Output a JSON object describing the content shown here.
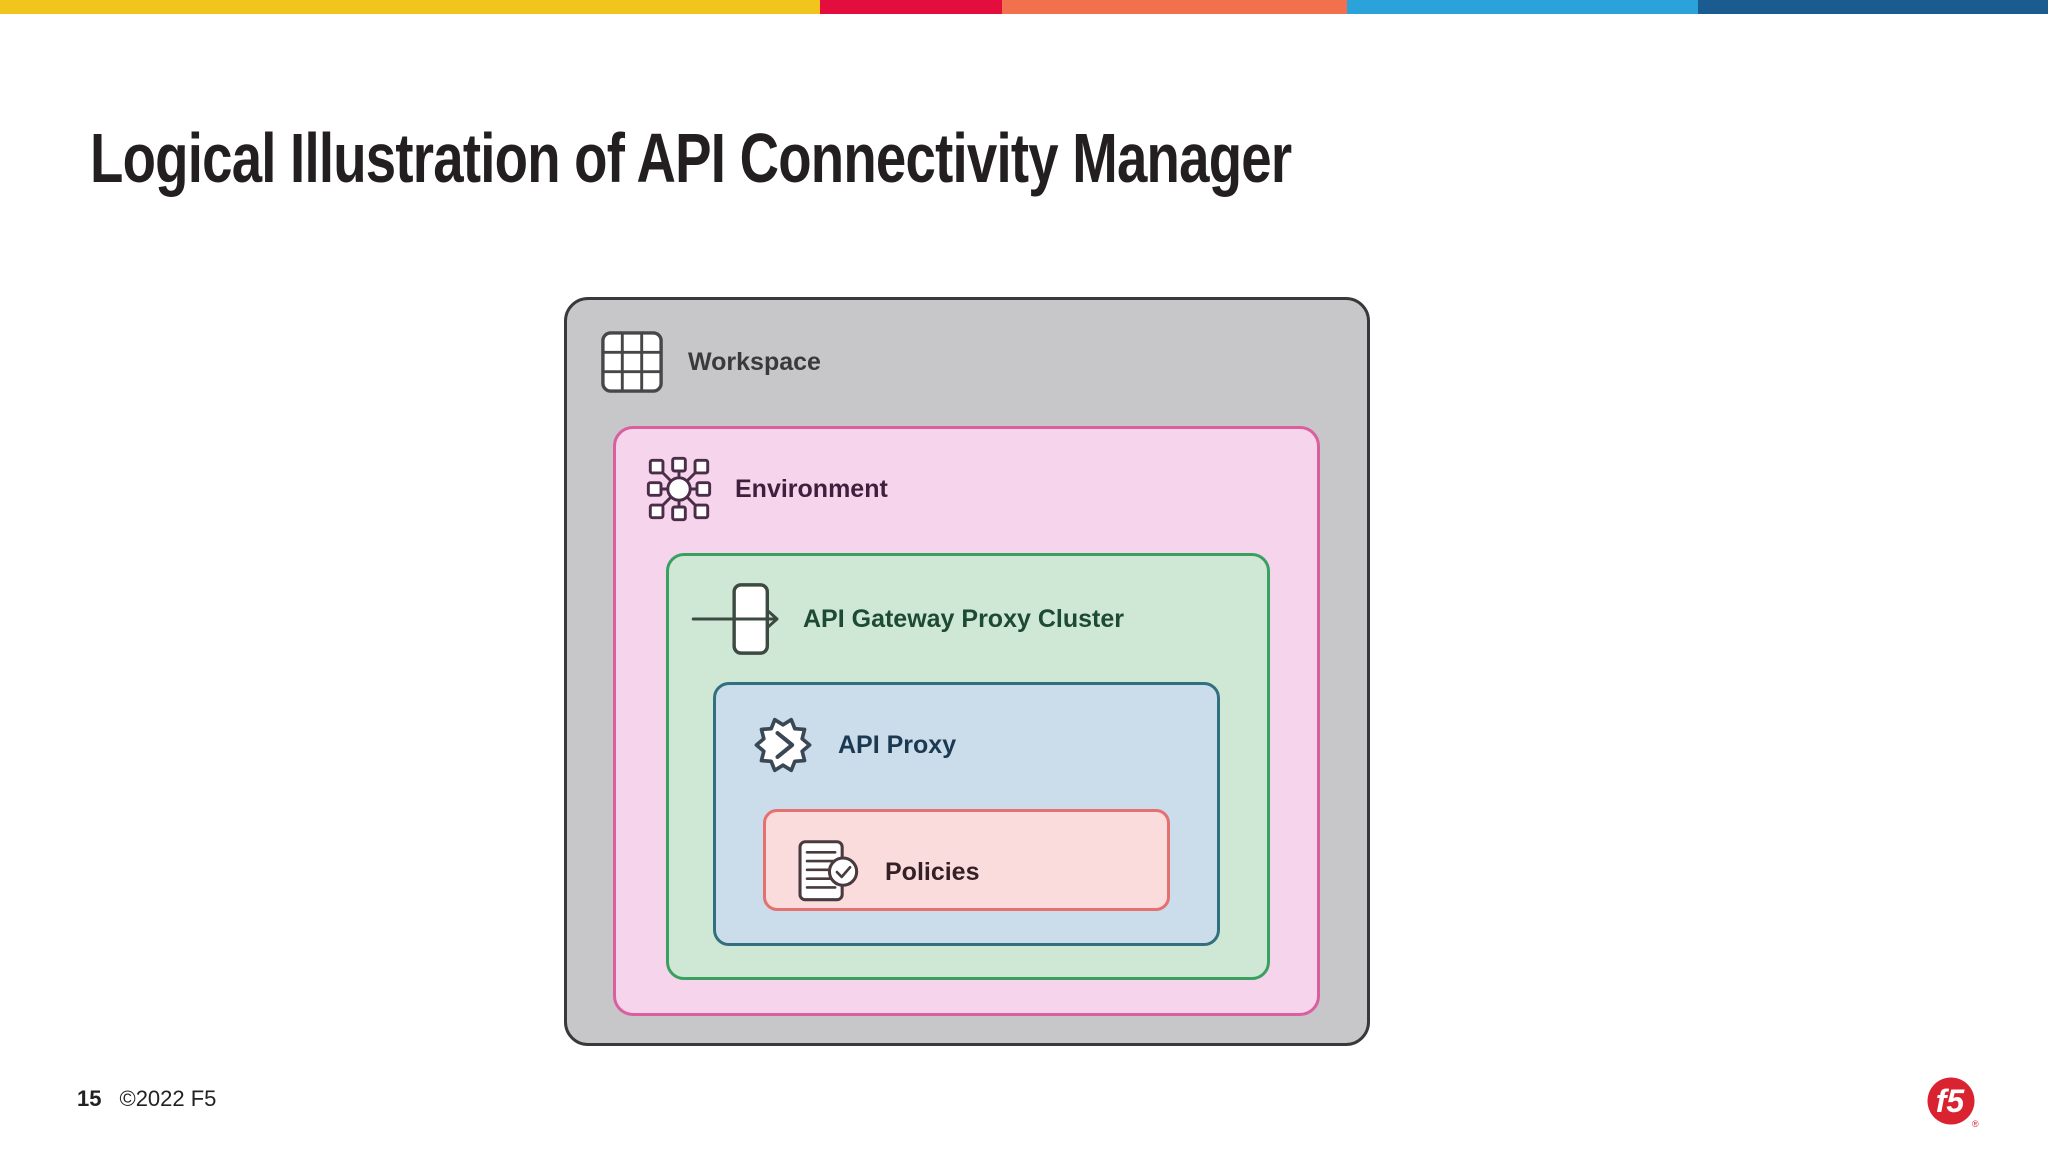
{
  "top_bar": {
    "segments": [
      {
        "name": "yellow",
        "color": "#F2C51D"
      },
      {
        "name": "red",
        "color": "#E30D3E"
      },
      {
        "name": "orange",
        "color": "#F2704E"
      },
      {
        "name": "light-blue",
        "color": "#2BA3DA"
      },
      {
        "name": "dark-blue",
        "color": "#1A5C90"
      }
    ]
  },
  "header": {
    "title": "Logical Illustration of API Connectivity Manager"
  },
  "diagram": {
    "workspace": {
      "label": "Workspace",
      "fill": "#C7C6C9",
      "border": "#39393B",
      "text": "#3A3A3C",
      "icon": "grid-icon"
    },
    "environment": {
      "label": "Environment",
      "fill": "#F6D4EB",
      "border": "#D95F9F",
      "text": "#3F1F3E",
      "icon": "hub-network-icon"
    },
    "gateway": {
      "label": "API Gateway Proxy Cluster",
      "fill": "#CFE8D5",
      "border": "#3BA05F",
      "text": "#1C4A33",
      "icon": "gateway-arrow-icon"
    },
    "api_proxy": {
      "label": "API Proxy",
      "fill": "#CBDCEB",
      "border": "#33707F",
      "text": "#1B3950",
      "icon": "gear-chevron-icon"
    },
    "policies": {
      "label": "Policies",
      "fill": "#FBDCDD",
      "border": "#E4706F",
      "text": "#332127",
      "icon": "policy-document-icon"
    }
  },
  "footer": {
    "page_number": "15",
    "copyright": "©2022 F5"
  },
  "logo": {
    "text": "f5",
    "registered": "®",
    "color": "#DA2331"
  }
}
